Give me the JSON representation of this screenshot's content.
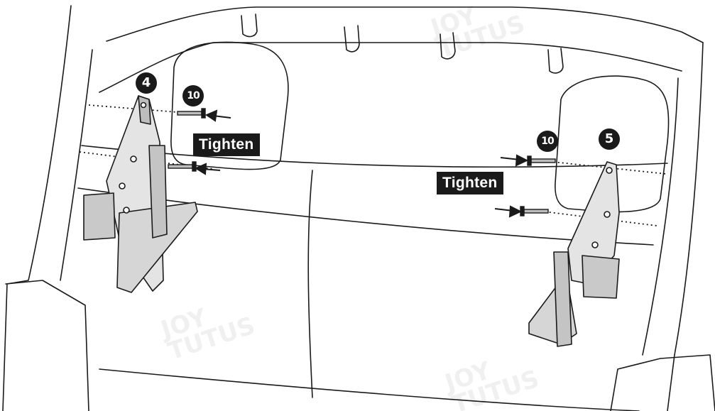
{
  "callouts": {
    "part_left": "4",
    "part_right": "5",
    "screw_left": "10",
    "screw_right": "10",
    "tighten_left": "Tighten",
    "tighten_right": "Tighten"
  },
  "watermark": {
    "line1": "JOY",
    "line2": "TUTUS"
  },
  "colors": {
    "line": "#1a1a1a",
    "metal_fill": "#cfcfcf",
    "badge": "#1a1a1a",
    "label_bg": "#1a1a1a",
    "label_text": "#ffffff"
  }
}
